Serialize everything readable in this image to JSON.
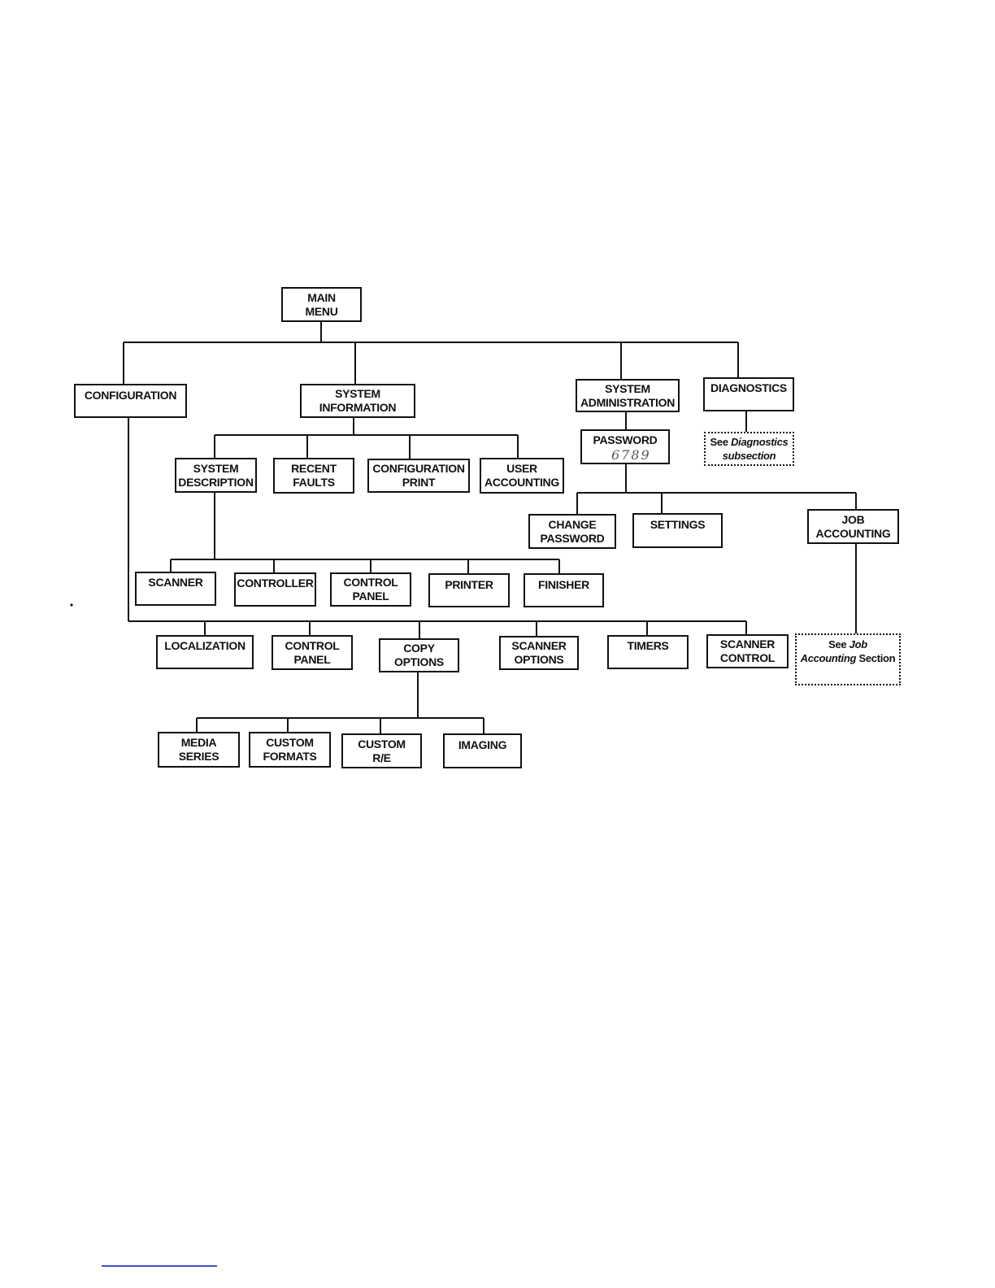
{
  "nodes": {
    "main_menu": "MAIN\nMENU",
    "configuration": "CONFIGURATION",
    "system_information": "SYSTEM\nINFORMATION",
    "system_administration": "SYSTEM\nADMINISTRATION",
    "diagnostics": "DIAGNOSTICS",
    "see_diagnostics_prefix": "See",
    "see_diagnostics_italic": "Diagnostics\nsubsection",
    "password": "PASSWORD",
    "password_handwritten": "6789",
    "system_description": "SYSTEM\nDESCRIPTION",
    "recent_faults": "RECENT\nFAULTS",
    "configuration_print": "CONFIGURATION\nPRINT",
    "user_accounting": "USER\nACCOUNTING",
    "change_password": "CHANGE\nPASSWORD",
    "settings": "SETTINGS",
    "job_accounting": "JOB\nACCOUNTING",
    "scanner": "SCANNER",
    "controller": "CONTROLLER",
    "control_panel_sd": "CONTROL\nPANEL",
    "printer": "PRINTER",
    "finisher": "FINISHER",
    "localization": "LOCALIZATION",
    "control_panel_cfg": "CONTROL\nPANEL",
    "copy_options": "COPY\nOPTIONS",
    "scanner_options": "SCANNER\nOPTIONS",
    "timers": "TIMERS",
    "scanner_control": "SCANNER\nCONTROL",
    "see_job_prefix": "See",
    "see_job_italic_1": "Job",
    "see_job_italic_2": "Accounting",
    "see_job_suffix": "Section",
    "media_series": "MEDIA\nSERIES",
    "custom_formats": "CUSTOM\nFORMATS",
    "custom_re": "CUSTOM\nR/E",
    "imaging": "IMAGING"
  }
}
